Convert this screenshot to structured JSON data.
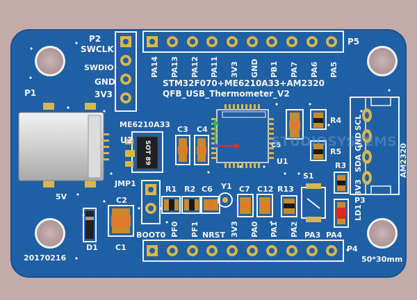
{
  "board": {
    "title_line1": "STM32F070+ME6210A33+AM2320",
    "title_line2": "QFB_USB_Thermometer_V2",
    "date": "20170216",
    "size": "50*30mm",
    "watermark": "STUDIOSYSTEMS"
  },
  "p2": {
    "ref": "P2",
    "pins": [
      "SWCLK",
      "SWDIO",
      "GND",
      "3V3"
    ]
  },
  "p5": {
    "ref": "P5",
    "pins": [
      "PA14",
      "PA13",
      "PA12",
      "PA11",
      "3V3",
      "GND",
      "PB1",
      "PA7",
      "PA6",
      "PA5"
    ]
  },
  "p4": {
    "ref": "P4",
    "pins": [
      "PF0",
      "PF1",
      "NRST",
      "3V3",
      "PA0",
      "PA1",
      "PA2",
      "PA3",
      "PA4"
    ]
  },
  "p3": {
    "ref": "P3",
    "pins": [
      "SCL",
      "GND",
      "SDA",
      "3V3"
    ],
    "sensor": "AM2320"
  },
  "components": {
    "p1": "P1",
    "u2": "U2",
    "u2_part": "ME6210A33",
    "u2_marking": "SOT 89",
    "u1": "U1",
    "c1": "C1",
    "c2": "C2",
    "c3": "C3",
    "c4": "C4",
    "c5": "C5",
    "c6": "C6",
    "c7": "C7",
    "c12": "C12",
    "r1": "R1",
    "r2": "R2",
    "r3": "R3",
    "r4": "R4",
    "r5": "R5",
    "r13": "R13",
    "y1": "Y1",
    "s1": "S1",
    "d1": "D1",
    "ld1": "LD1",
    "jmp1": "JMP1",
    "boot0": "BOOT0",
    "v5": "5V"
  },
  "colors": {
    "background": "#c4aaa8",
    "board": "#1f5fa3",
    "silkscreen": "#f4f4f0",
    "pad": "#d8b64e",
    "smd_pad": "#c98a2a",
    "component_orange": "#e07a2c",
    "led_red": "#d92a22"
  }
}
